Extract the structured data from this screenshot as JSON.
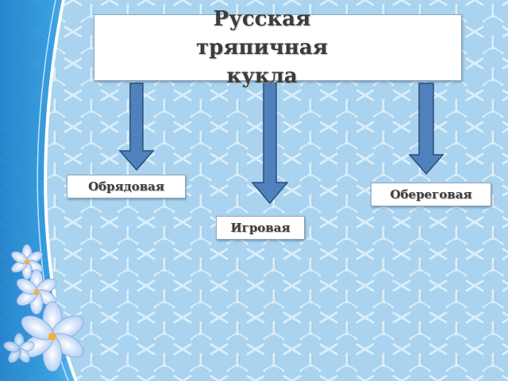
{
  "diagram": {
    "root": {
      "label": "Русская тряпичная кукла"
    },
    "children": [
      {
        "label": "Обрядовая"
      },
      {
        "label": "Игровая"
      },
      {
        "label": "Обереговая"
      }
    ],
    "edges": [
      {
        "from": "root",
        "to": "Обрядовая"
      },
      {
        "from": "root",
        "to": "Игровая"
      },
      {
        "from": "root",
        "to": "Обереговая"
      }
    ]
  },
  "colors": {
    "background": "#a9d3ee",
    "pattern": "#d7ecf9",
    "left_band": "#1e8ad2",
    "arrow_fill": "#4f81bd",
    "arrow_stroke": "#2c4d75"
  }
}
